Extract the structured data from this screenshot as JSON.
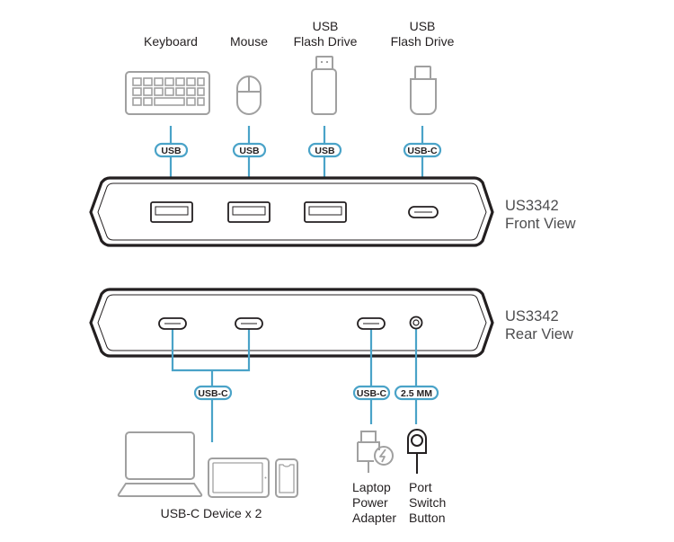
{
  "diagram": {
    "colors": {
      "connector_line": "#4aa3c8",
      "device_outline": "#231f20",
      "peripheral_icon": "#a0a0a0",
      "text": "#231f20",
      "view_label": "#4d4d4f"
    },
    "front_view": {
      "title_line1": "US3342",
      "title_line2": "Front View",
      "peripherals": [
        {
          "label_line1": "",
          "label_line2": "Keyboard",
          "icon": "keyboard-icon",
          "port_tag": "USB",
          "port_type": "usb-a"
        },
        {
          "label_line1": "",
          "label_line2": "Mouse",
          "icon": "mouse-icon",
          "port_tag": "USB",
          "port_type": "usb-a"
        },
        {
          "label_line1": "USB",
          "label_line2": "Flash Drive",
          "icon": "usb-flash-drive-icon",
          "port_tag": "USB",
          "port_type": "usb-a"
        },
        {
          "label_line1": "USB",
          "label_line2": "Flash Drive",
          "icon": "usb-c-flash-drive-icon",
          "port_tag": "USB-C",
          "port_type": "usb-c"
        }
      ]
    },
    "rear_view": {
      "title_line1": "US3342",
      "title_line2": "Rear View",
      "connections": [
        {
          "port_tag": "USB-C",
          "label": "USB-C Device x 2",
          "icons": [
            "laptop-icon",
            "tablet-icon",
            "phone-icon"
          ]
        },
        {
          "port_tag": "USB-C",
          "label_lines": [
            "Laptop",
            "Power",
            "Adapter"
          ],
          "icon": "power-adapter-icon"
        },
        {
          "port_tag": "2.5 MM",
          "label_lines": [
            "Port",
            "Switch",
            "Button"
          ],
          "icon": "port-switch-button-icon"
        }
      ]
    }
  }
}
